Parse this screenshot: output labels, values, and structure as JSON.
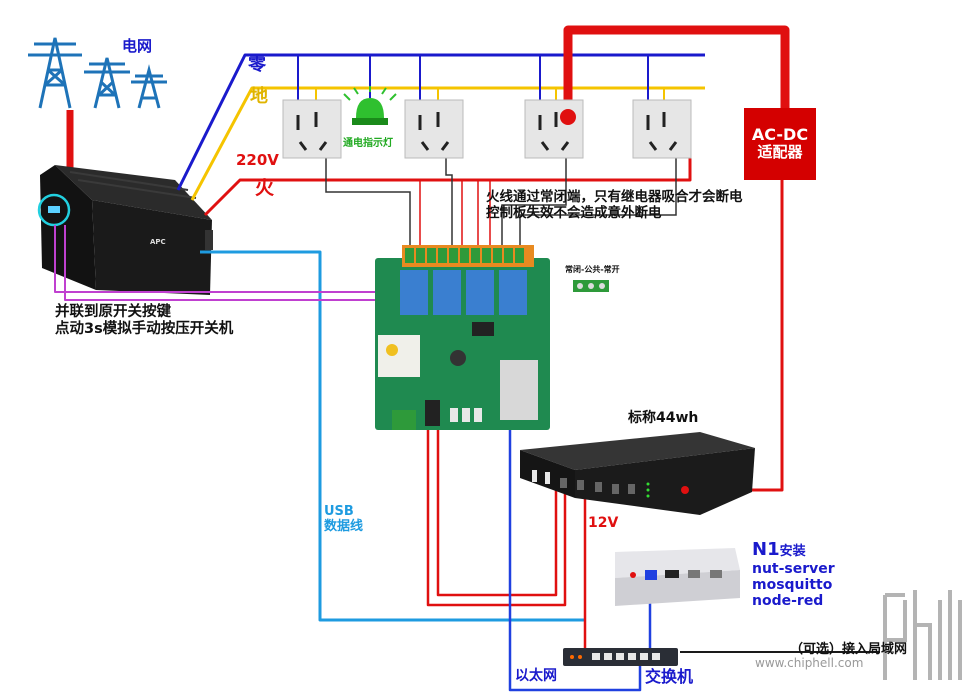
{
  "labels": {
    "grid": "电网",
    "neutral": "零",
    "ground": "地",
    "voltage": "220V",
    "live": "火",
    "indicator": "通电指示灯",
    "live_note_line1": "火线通过常闭端，只有继电器吸合才会断电",
    "live_note_line2": "控制板失效不会造成意外断电",
    "relay_terminals": "常闭-公共-常开",
    "parallel_line1": "并联到原开关按键",
    "parallel_line2": "点动3s模拟手动按压开关机",
    "battery": "标称44wh",
    "usb_line1": "USB",
    "usb_line2": "数据线",
    "voltage_12v": "12V",
    "n1_title": "N1",
    "n1_install": "安装",
    "n1_service1": "nut-server",
    "n1_service2": "mosquitto",
    "n1_service3": "node-red",
    "ethernet": "以太网",
    "switch": "交换机",
    "optional": "（可选）接入局域网",
    "acdc_line1": "AC-DC",
    "acdc_line2": "适配器",
    "ups_brand": "APC",
    "watermark_url": "www.chiphell.com",
    "watermark_logo": "chip hell"
  },
  "colors": {
    "neutral_wire": "#1a1acc",
    "ground_wire": "#f5c400",
    "live_wire": "#e01010",
    "usb_wire": "#1e9be0",
    "signal_wire": "#c040d0",
    "ethernet_wire": "#2040e0",
    "control_wire": "#333333",
    "label_dark": "#111111",
    "label_blue": "#1a1acc",
    "label_cyan": "#1e9be0",
    "label_red": "#e01010",
    "label_yellow": "#e0b400",
    "label_green": "#22aa22",
    "board_green": "#1f8a50",
    "relay_blue": "#3a7fd0",
    "terminal_green": "#2e9a3a",
    "terminal_orange": "#e88a20",
    "acdc_red": "#d40000",
    "device_dark": "#1b1b1b",
    "n1_silver": "#d8d8dc"
  }
}
